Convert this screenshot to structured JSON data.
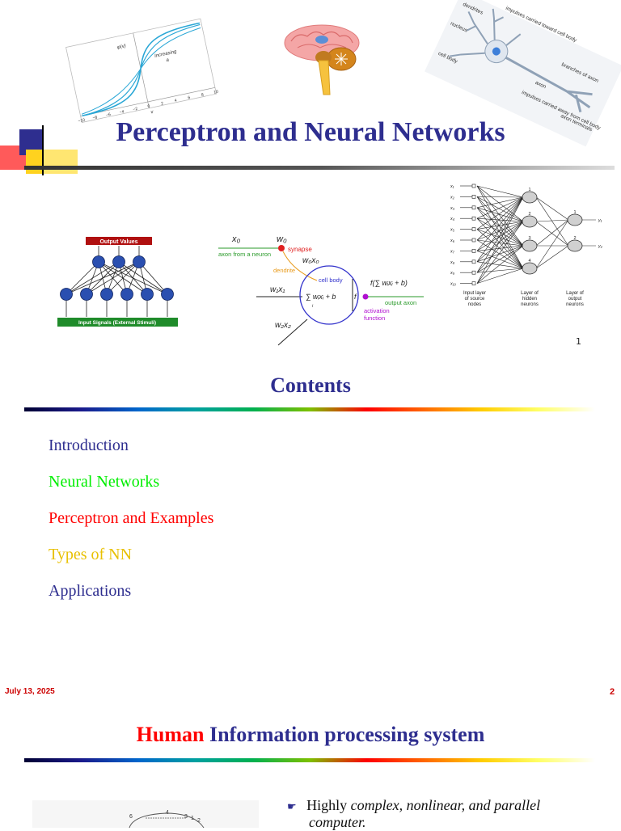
{
  "slide1": {
    "title": "Perceptron and Neural Networks",
    "page_number": "1",
    "sigmoid_plot": {
      "ylabel": "φ(v)",
      "annotation_line1": "Increasing",
      "annotation_line2": "a",
      "ticks": [
        "−10",
        "−8",
        "−6",
        "−4",
        "−2",
        "0",
        "2",
        "4",
        "6",
        "8",
        "10"
      ],
      "xlabel": "v"
    },
    "neuron_labels": [
      "dendrites",
      "impulses carried toward cell body",
      "nucleus",
      "branches of axon",
      "cell body",
      "axon",
      "impulses carried away from cell body",
      "axon terminals"
    ],
    "simple_net": {
      "top_label": "Output Values",
      "bottom_label": "Input Signals (External Stimuli)"
    },
    "perceptron_diagram": {
      "x0": "x₀",
      "w0": "w₀",
      "synapse": "synapse",
      "axon_from": "axon from a neuron",
      "dendrite": "dendrite",
      "w0x0": "w₀x₀",
      "w1x1": "w₁x₁",
      "w2x2": "w₂x₂",
      "cell_body": "cell body",
      "sum": "∑ wᵢxᵢ + b",
      "sum_sub": "i",
      "f": "f",
      "output": "f(∑ wᵢxᵢ + b)",
      "output_axon": "output axon",
      "activation_line1": "activation",
      "activation_line2": "function"
    },
    "mlp": {
      "inputs": [
        "x₁",
        "x₂",
        "x₃",
        "x₄",
        "x₅",
        "x₆",
        "x₇",
        "x₈",
        "x₉",
        "x₁₀"
      ],
      "hidden_nums": [
        "1",
        "2",
        "3",
        "4"
      ],
      "output_nums": [
        "1",
        "2"
      ],
      "outputs": [
        "y₁",
        "y₂"
      ],
      "layer1": [
        "Input layer",
        "of source",
        "nodes"
      ],
      "layer2": [
        "Layer of",
        "hidden",
        "neurons"
      ],
      "layer3": [
        "Layer of",
        "output",
        "neurons"
      ]
    }
  },
  "slide2": {
    "title": "Contents",
    "items": [
      {
        "label": "Introduction",
        "color": "#2e2e8f"
      },
      {
        "label": "Neural Networks",
        "color": "#00ee00"
      },
      {
        "label": "Perceptron and Examples",
        "color": "#ff0000"
      },
      {
        "label": "Types of NN",
        "color": "#e8c000"
      },
      {
        "label": "Applications",
        "color": "#2e2e8f"
      }
    ],
    "bullet_glyph": "",
    "date": "July 13, 2025",
    "page_number": "2"
  },
  "slide3": {
    "title_red": "Human",
    "title_rest": "Information processing system",
    "bullet_prefix": "Highly",
    "bullet_italic": "complex, nonlinear, and parallel",
    "bullet_line2": "computer.",
    "brain_labels": [
      "6",
      "4",
      "3",
      "1",
      "2"
    ]
  }
}
